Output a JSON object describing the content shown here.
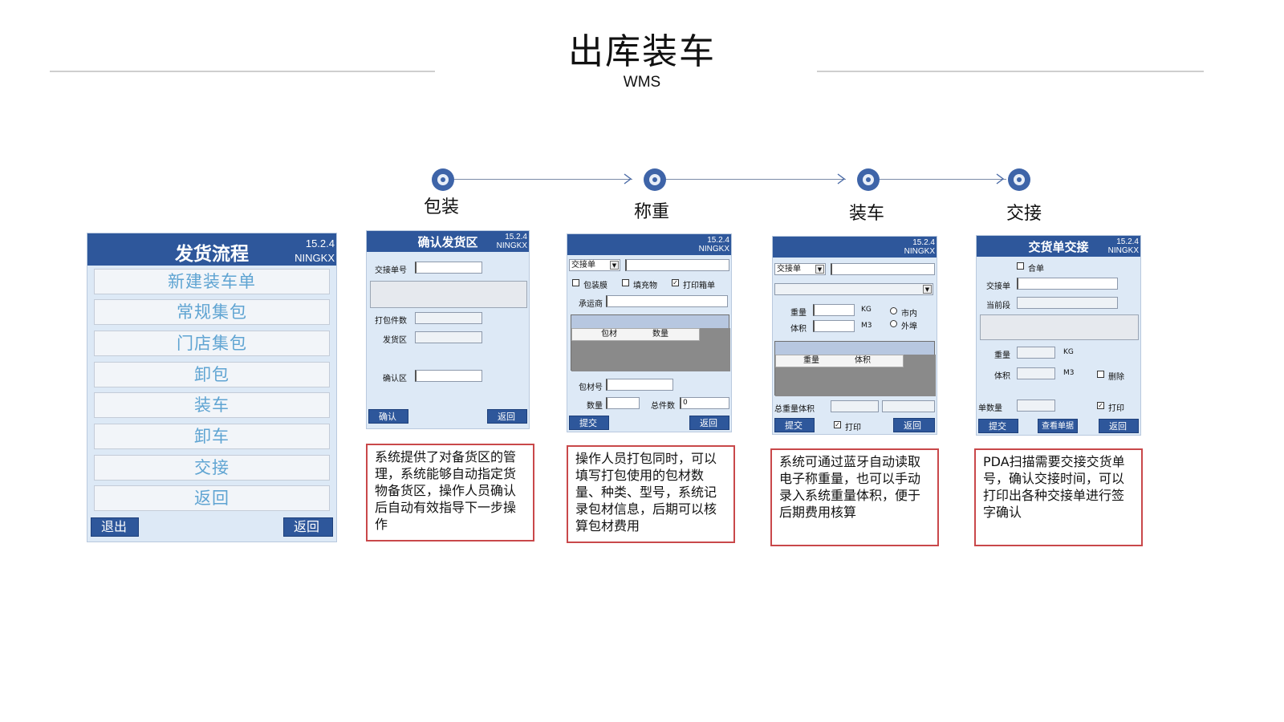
{
  "header": {
    "title": "出库装车",
    "subtitle": "WMS"
  },
  "timeline": {
    "accent": "#3e64a8",
    "steps": [
      {
        "label": "包装"
      },
      {
        "label": "称重"
      },
      {
        "label": "装车"
      },
      {
        "label": "交接"
      }
    ]
  },
  "menu_screen": {
    "title": "发货流程",
    "version_line1": "15.2.4",
    "version_line2": "NINGKX",
    "items": [
      "新建装车单",
      "常规集包",
      "门店集包",
      "卸包",
      "装车",
      "卸车",
      "交接",
      "返回"
    ],
    "exit_button": "退出",
    "back_button": "返回"
  },
  "screen1": {
    "title": "确认发货区",
    "version_line1": "15.2.4",
    "version_line2": "NINGKX",
    "handover_no_label": "交接单号",
    "packages_label": "打包件数",
    "ship_area_label": "发货区",
    "confirm_area_label": "确认区",
    "confirm_button": "确认",
    "back_button": "返回",
    "description": "系统提供了对备货区的管理，系统能够自动指定货物备货区，操作人员确认后自动有效指导下一步操作"
  },
  "screen2": {
    "version_line1": "15.2.4",
    "version_line2": "NINGKX",
    "type_select": "交接单",
    "cb_wrap": "包装膜",
    "cb_filler": "填充物",
    "cb_print": "打印箱单",
    "carrier_label": "承运商",
    "col_material": "包材",
    "col_qty": "数量",
    "material_no_label": "包材号",
    "qty_label": "数量",
    "total_label": "总件数",
    "total_value": "0",
    "submit_button": "提交",
    "back_button": "返回",
    "description": "操作人员打包同时，可以填写打包使用的包材数量、种类、型号，系统记录包材信息，后期可以核算包材费用"
  },
  "screen3": {
    "version_line1": "15.2.4",
    "version_line2": "NINGKX",
    "type_select": "交接单",
    "weight_label": "重量",
    "weight_unit": "KG",
    "volume_label": "体积",
    "volume_unit": "M3",
    "radio_local": "市内",
    "radio_remote": "外埠",
    "col_weight": "重量",
    "col_volume": "体积",
    "total_label": "总重量体积",
    "submit_button": "提交",
    "print_label": "打印",
    "back_button": "返回",
    "description": "系统可通过蓝牙自动读取电子称重量，也可以手动录入系统重量体积，便于后期费用核算"
  },
  "screen4": {
    "title": "交货单交接",
    "version_line1": "15.2.4",
    "version_line2": "NINGKX",
    "merge_label": "合单",
    "handover_label": "交接单",
    "segment_label": "当前段",
    "weight_label": "重量",
    "weight_unit": "KG",
    "volume_label": "体积",
    "volume_unit": "M3",
    "delete_label": "删除",
    "count_label": "单数量",
    "print_label": "打印",
    "submit_button": "提交",
    "view_button": "查看单据",
    "back_button": "返回",
    "description": "PDA扫描需要交接交货单号，确认交接时间，可以打印出各种交接单进行签字确认"
  }
}
